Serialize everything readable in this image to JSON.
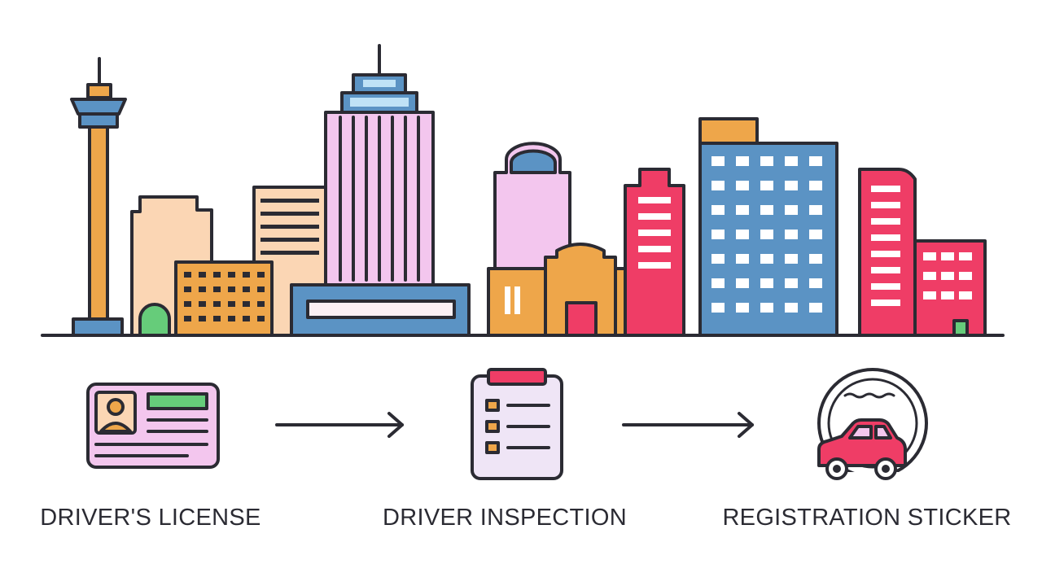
{
  "steps": [
    {
      "label": "DRIVER'S LICENSE",
      "icon": "drivers-license-icon"
    },
    {
      "label": "DRIVER INSPECTION",
      "icon": "inspection-checklist-icon"
    },
    {
      "label": "REGISTRATION STICKER",
      "icon": "registration-sticker-icon"
    }
  ],
  "arrows": [
    "arrow-right-icon",
    "arrow-right-icon"
  ],
  "skyline": "city-skyline",
  "colors": {
    "outline": "#2b2b33",
    "orange": "#eea64a",
    "peach": "#fbd6b4",
    "lavender": "#f3c6ee",
    "blue": "#5b93c4",
    "red": "#ef3d66",
    "green": "#66cc7a"
  }
}
